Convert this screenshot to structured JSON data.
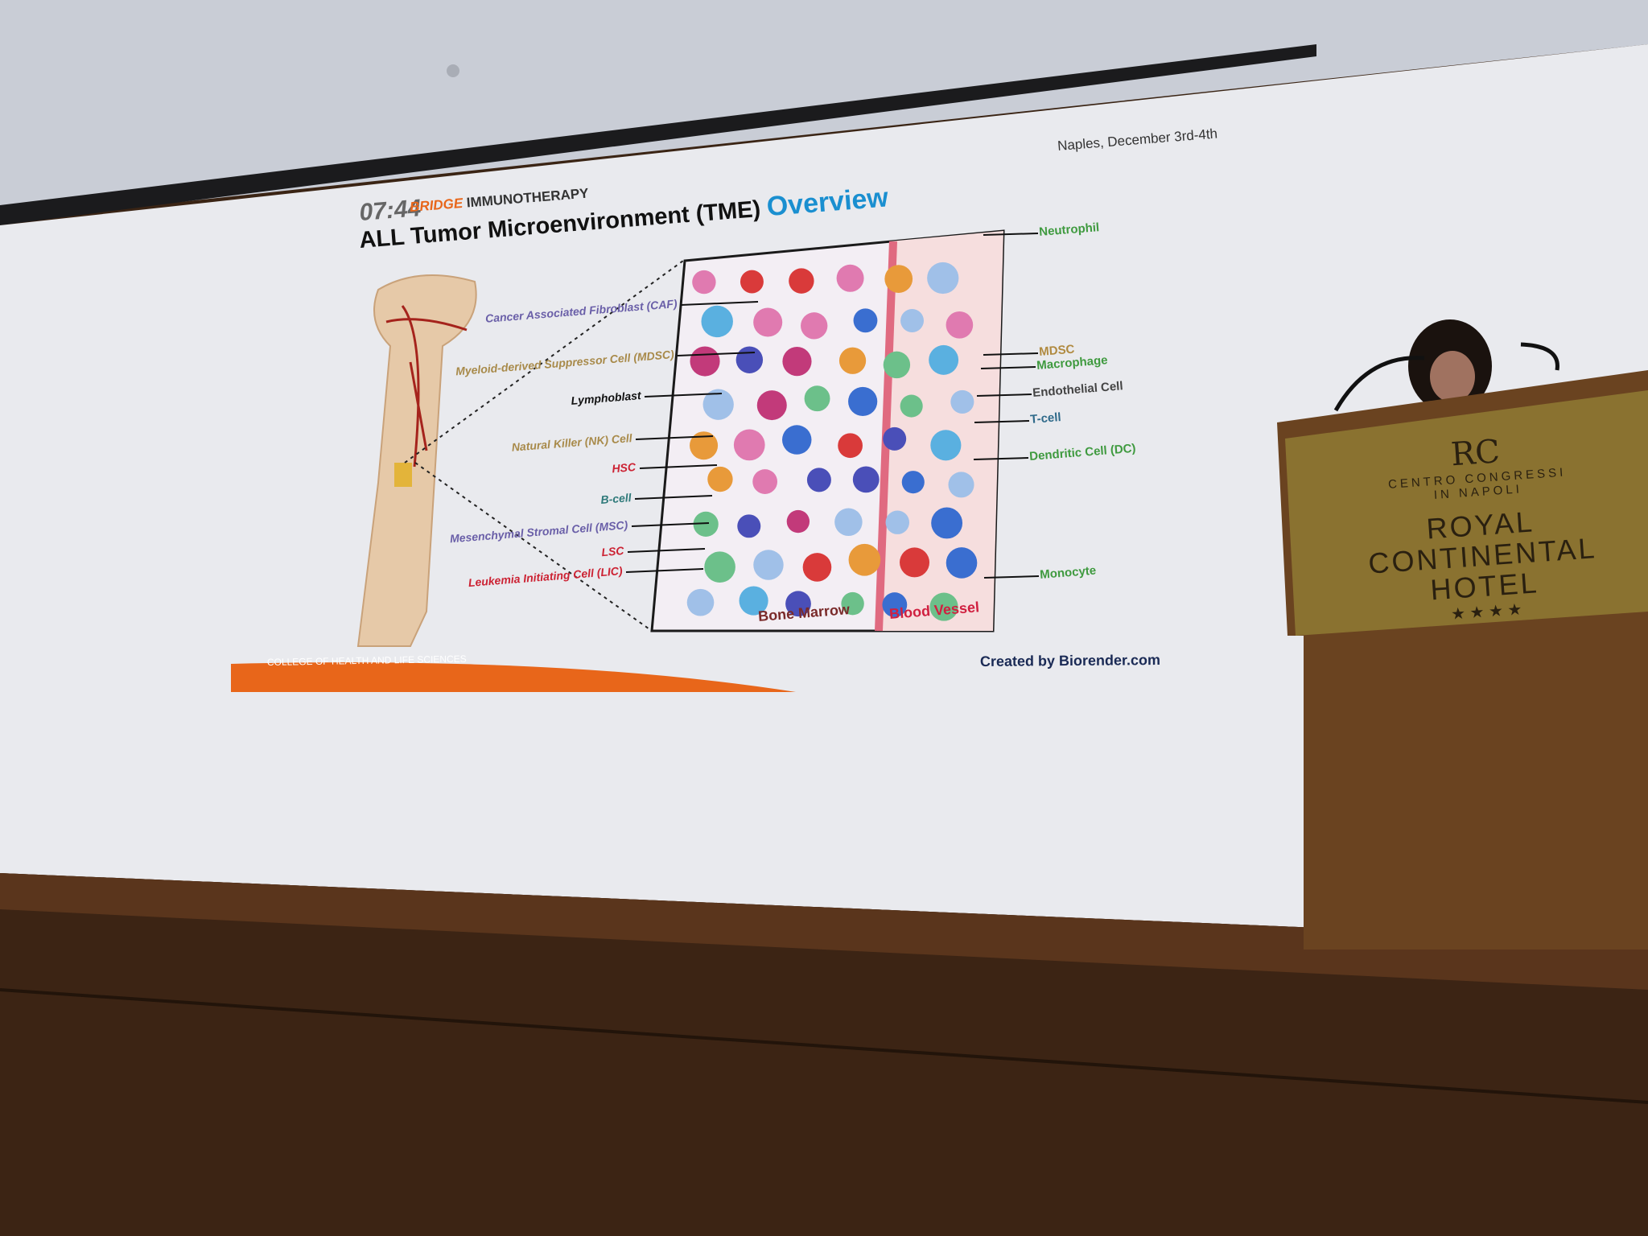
{
  "slide": {
    "timer": "07:44",
    "brand_bridge": "BRIDGE",
    "brand_immuno": "IMMUNOTHERAPY",
    "event_location": "Naples, December 3rd-4th",
    "title_main": "ALL Tumor Microenvironment (TME)",
    "title_accent": "Overview",
    "left_labels": [
      {
        "text": "Cancer Associated Fibroblast (CAF)",
        "color": "#6a5fa8"
      },
      {
        "text": "Myeloid-derived Suppressor Cell (MDSC)",
        "color": "#a88a4a"
      },
      {
        "text": "Lymphoblast",
        "color": "#111111"
      },
      {
        "text": "Natural Killer (NK) Cell",
        "color": "#a88a4a"
      },
      {
        "text": "HSC",
        "color": "#cc2233"
      },
      {
        "text": "B-cell",
        "color": "#2f7a7a"
      },
      {
        "text": "Mesenchymal Stromal Cell (MSC)",
        "color": "#6a5fa8"
      },
      {
        "text": "LSC",
        "color": "#cc2233"
      },
      {
        "text": "Leukemia Initiating Cell (LIC)",
        "color": "#cc2233"
      }
    ],
    "right_labels": [
      {
        "text": "Neutrophil",
        "color": "#3f9a3f"
      },
      {
        "text": "MDSC",
        "color": "#b08a40"
      },
      {
        "text": "Macrophage",
        "color": "#3f9a3f"
      },
      {
        "text": "Endothelial Cell",
        "color": "#444444"
      },
      {
        "text": "T-cell",
        "color": "#2f6a8a"
      },
      {
        "text": "Dendritic Cell (DC)",
        "color": "#3f9a3f"
      },
      {
        "text": "Monocyte",
        "color": "#3f9a3f"
      }
    ],
    "panel_bone_marrow": "Bone Marrow",
    "panel_blood_vessel": "Blood Vessel",
    "footer_college": "COLLEGE OF HEALTH AND LIFE SCIENCES",
    "credit": "Created by Biorender.com",
    "accent_color": "#1a8fd0",
    "orange": "#e8661a"
  },
  "podium": {
    "line1": "CENTRO CONGRESSI",
    "line2": "IN NAPOLI",
    "hotel1": "ROYAL",
    "hotel2": "CONTINENTAL",
    "hotel3": "HOTEL",
    "stars": "★ ★ ★ ★"
  }
}
